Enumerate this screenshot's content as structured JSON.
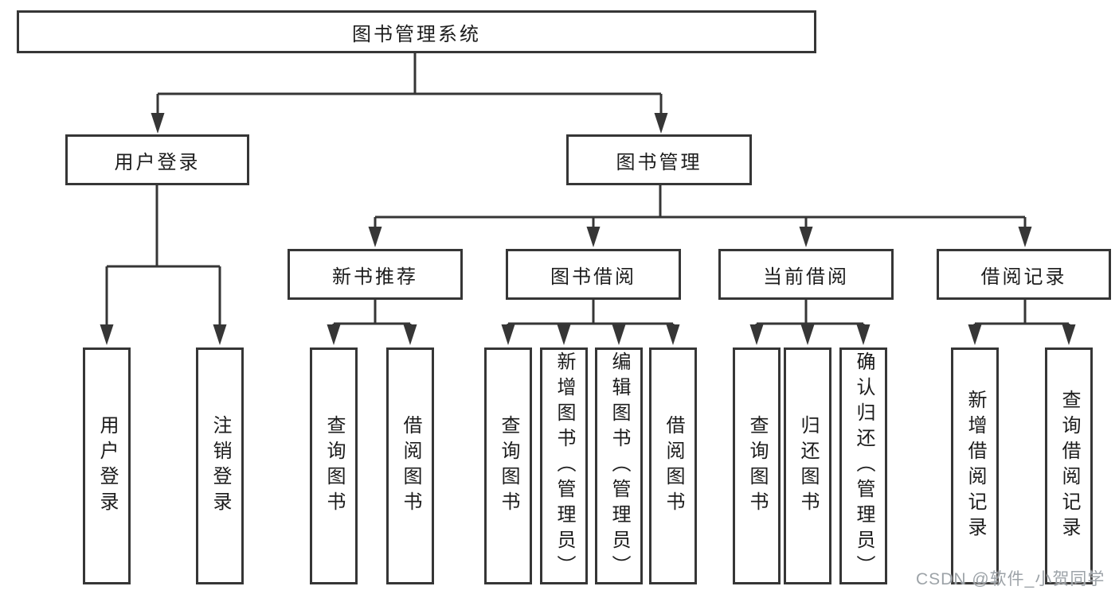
{
  "diagram_type": "hierarchy-tree",
  "colors": {
    "line": "#363636",
    "box_border": "#363636",
    "box_fill": "#ffffff",
    "text": "#1c1c1c",
    "watermark": "#9da3a8",
    "background": "#ffffff"
  },
  "watermark": "CSDN @软件_小贺同学",
  "tree": {
    "root": {
      "label": "图书管理系统",
      "children": [
        {
          "label": "用户登录",
          "children": [
            {
              "label": "用户登录"
            },
            {
              "label": "注销登录"
            }
          ]
        },
        {
          "label": "图书管理",
          "children": [
            {
              "label": "新书推荐",
              "children": [
                {
                  "label": "查询图书"
                },
                {
                  "label": "借阅图书"
                }
              ]
            },
            {
              "label": "图书借阅",
              "children": [
                {
                  "label": "查询图书"
                },
                {
                  "label": "新增图书（管理员）"
                },
                {
                  "label": "编辑图书（管理员）"
                },
                {
                  "label": "借阅图书"
                }
              ]
            },
            {
              "label": "当前借阅",
              "children": [
                {
                  "label": "查询图书"
                },
                {
                  "label": "归还图书"
                },
                {
                  "label": "确认归还（管理员）"
                }
              ]
            },
            {
              "label": "借阅记录",
              "children": [
                {
                  "label": "新增借阅记录"
                },
                {
                  "label": "查询借阅记录"
                }
              ]
            }
          ]
        }
      ]
    }
  }
}
